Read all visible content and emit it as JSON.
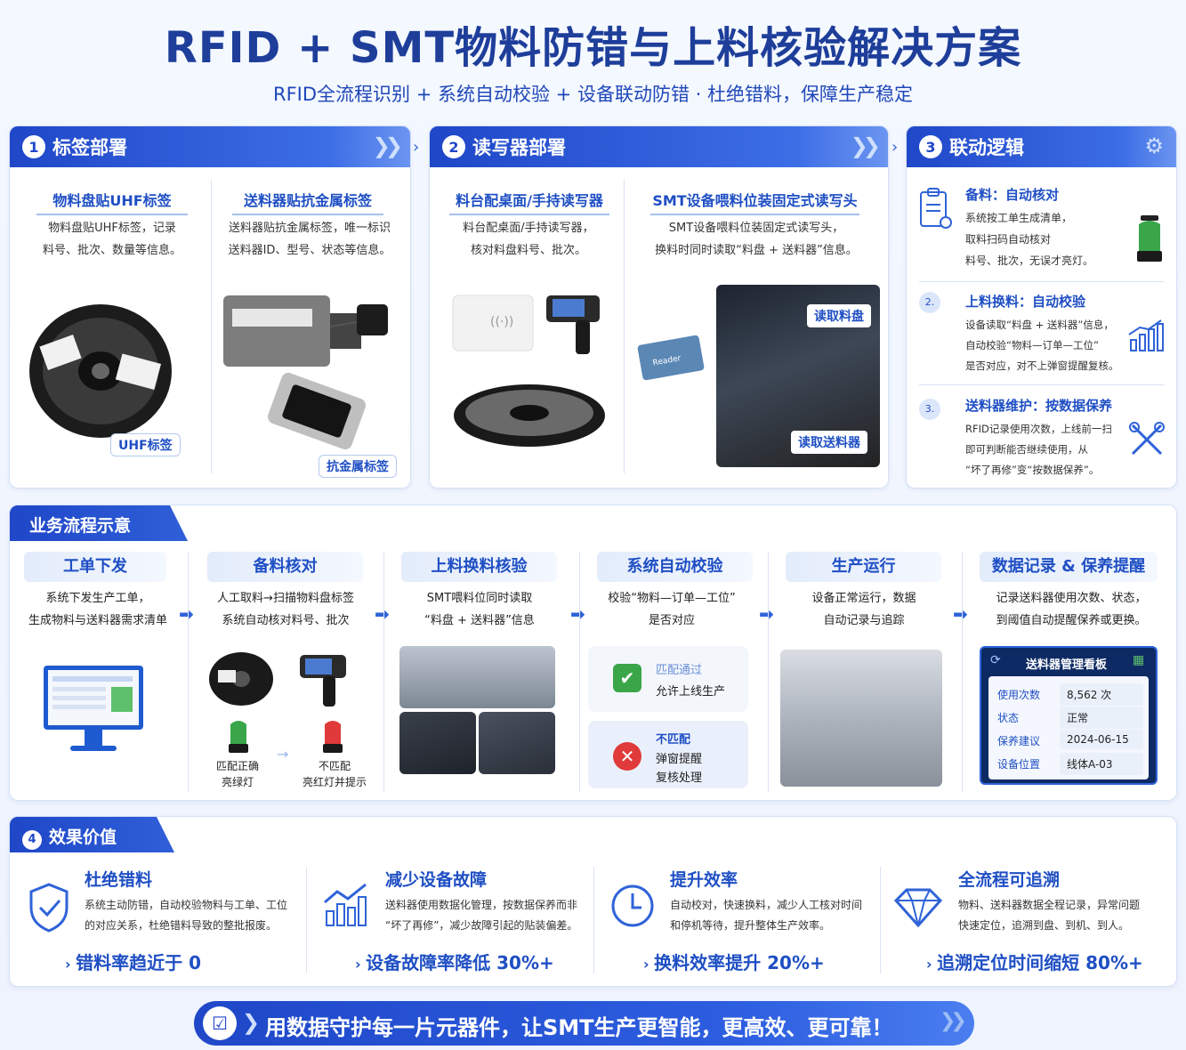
{
  "header": {
    "title": "RFID + SMT物料防错与上料核验解决方案",
    "subtitle": "RFID全流程识别 + 系统自动校验 + 设备联动防错 · 杜绝错料，保障生产稳定"
  },
  "panels": {
    "p1": {
      "num": "1",
      "title": "标签部署",
      "left_sub": "物料盘贴UHF标签",
      "left_desc1": "物料盘贴UHF标签，记录",
      "left_desc2": "料号、批次、数量等信息。",
      "right_sub": "送料器贴抗金属标签",
      "right_desc1": "送料器贴抗金属标签，唯一标识",
      "right_desc2": "送料器ID、型号、状态等信息。",
      "tag_uhf": "UHF标签",
      "tag_metal": "抗金属标签"
    },
    "p2": {
      "num": "2",
      "title": "读写器部署",
      "left_sub": "料台配桌面/手持读写器",
      "left_desc1": "料台配桌面/手持读写器，",
      "left_desc2": "核对料盘料号、批次。",
      "right_sub": "SMT设备喂料位装固定式读写头",
      "right_desc1": "SMT设备喂料位装固定式读写头，",
      "right_desc2": "换料时同时读取“料盘 + 送料器”信息。",
      "tag_read_reel": "读取料盘",
      "tag_read_feeder": "读取送料器"
    },
    "p3": {
      "num": "3",
      "title": "联动逻辑",
      "items": [
        {
          "title": "备料：自动核对",
          "l1": "系统按工单生成清单，",
          "l2": "取料扫码自动核对",
          "l3": "料号、批次，无误才亮灯。"
        },
        {
          "title": "上料换料：自动校验",
          "l1": "设备读取“料盘 + 送料器”信息，",
          "l2": "自动校验“物料—订单—工位”",
          "l3": "是否对应，对不上弹窗提醒复核。"
        },
        {
          "title": "送料器维护：按数据保养",
          "l1": "RFID记录使用次数，上线前一扫",
          "l2": "即可判断能否继续使用，从",
          "l3": "“坏了再修”变“按数据保养”。"
        }
      ]
    }
  },
  "flow": {
    "title": "业务流程示意",
    "steps": [
      {
        "title": "工单下发",
        "d1": "系统下发生产工单，",
        "d2": "生成物料与送料器需求清单"
      },
      {
        "title": "备料核对",
        "d1": "人工取料→扫描物料盘标签",
        "d2": "系统自动核对料号、批次"
      },
      {
        "title": "上料换料核验",
        "d1": "SMT喂料位同时读取",
        "d2": "“料盘 + 送料器”信息"
      },
      {
        "title": "系统自动校验",
        "d1": "校验“物料—订单—工位”",
        "d2": "是否对应"
      },
      {
        "title": "生产运行",
        "d1": "设备正常运行，数据",
        "d2": "自动记录与追踪"
      },
      {
        "title": "数据记录 & 保养提醒",
        "d1": "记录送料器使用次数、状态，",
        "d2": "到阈值自动提醒保养或更换。"
      }
    ],
    "light_ok": "匹配正确",
    "light_ok2": "亮绿灯",
    "light_bad": "不匹配",
    "light_bad2": "亮红灯并提示",
    "ok_title": "匹配通过",
    "ok_desc": "允许上线生产",
    "bad_title": "不匹配",
    "bad_desc1": "弹窗提醒",
    "bad_desc2": "复核处理",
    "board": {
      "title": "送料器管理看板",
      "rows": [
        {
          "k": "使用次数",
          "v": "8,562 次"
        },
        {
          "k": "状态",
          "v": "正常"
        },
        {
          "k": "保养建议",
          "v": "2024-06-15"
        },
        {
          "k": "设备位置",
          "v": "线体A-03"
        }
      ]
    }
  },
  "value": {
    "num": "4",
    "title": "效果价值",
    "items": [
      {
        "title": "杜绝错料",
        "d1": "系统主动防错，自动校验物料与工单、工位",
        "d2": "的对应关系，杜绝错料导致的整批报废。",
        "metric": "错料率趋近于 0"
      },
      {
        "title": "减少设备故障",
        "d1": "送料器使用数据化管理，按数据保养而非",
        "d2": "“坏了再修”，减少故障引起的贴装偏差。",
        "metric": "设备故障率降低 30%+"
      },
      {
        "title": "提升效率",
        "d1": "自动校对，快速换料，减少人工核对时间",
        "d2": "和停机等待，提升整体生产效率。",
        "metric": "换料效率提升 20%+"
      },
      {
        "title": "全流程可追溯",
        "d1": "物料、送料器数据全程记录，异常问题",
        "d2": "快速定位，追溯到盘、到机、到人。",
        "metric": "追溯定位时间缩短 80%+"
      }
    ]
  },
  "footer": {
    "text": "用数据守护每一片元器件，让SMT生产更智能，更高效、更可靠！"
  },
  "colors": {
    "primary": "#1f47c8",
    "accent": "#1f4fc4",
    "ok": "#3aa64a",
    "bad": "#e03a3a"
  }
}
